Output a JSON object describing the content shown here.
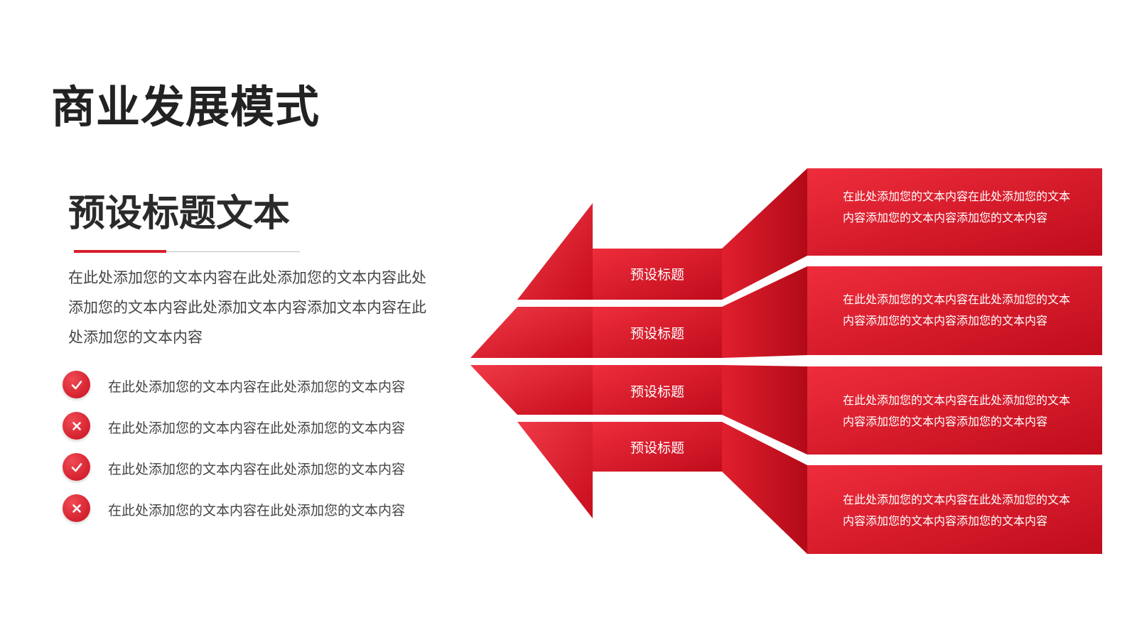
{
  "slide": {
    "title": "商业发展模式",
    "subtitle": "预设标题文本",
    "paragraph": "在此处添加您的文本内容在此处添加您的文本内容此处添加您的文本内容此处添加文本内容添加文本内容在此处添加您的文本内容",
    "bullets": [
      {
        "icon": "check-icon",
        "text": "在此处添加您的文本内容在此处添加您的文本内容"
      },
      {
        "icon": "cross-icon",
        "text": "在此处添加您的文本内容在此处添加您的文本内容"
      },
      {
        "icon": "check-icon",
        "text": "在此处添加您的文本内容在此处添加您的文本内容"
      },
      {
        "icon": "cross-icon",
        "text": "在此处添加您的文本内容在此处添加您的文本内容"
      }
    ]
  },
  "diagram": {
    "labels": [
      "预设标题",
      "预设标题",
      "预设标题",
      "预设标题"
    ],
    "descriptions": [
      "在此处添加您的文本内容在此处添加您的文本内容添加您的文本内容添加您的文本内容",
      "在此处添加您的文本内容在此处添加您的文本内容添加您的文本内容添加您的文本内容",
      "在此处添加您的文本内容在此处添加您的文本内容添加您的文本内容添加您的文本内容",
      "在此处添加您的文本内容在此处添加您的文本内容添加您的文本内容添加您的文本内容"
    ]
  },
  "colors": {
    "accent": "#d81e2e",
    "accent_light": "#f03a48",
    "accent_dark": "#c00c1c"
  }
}
